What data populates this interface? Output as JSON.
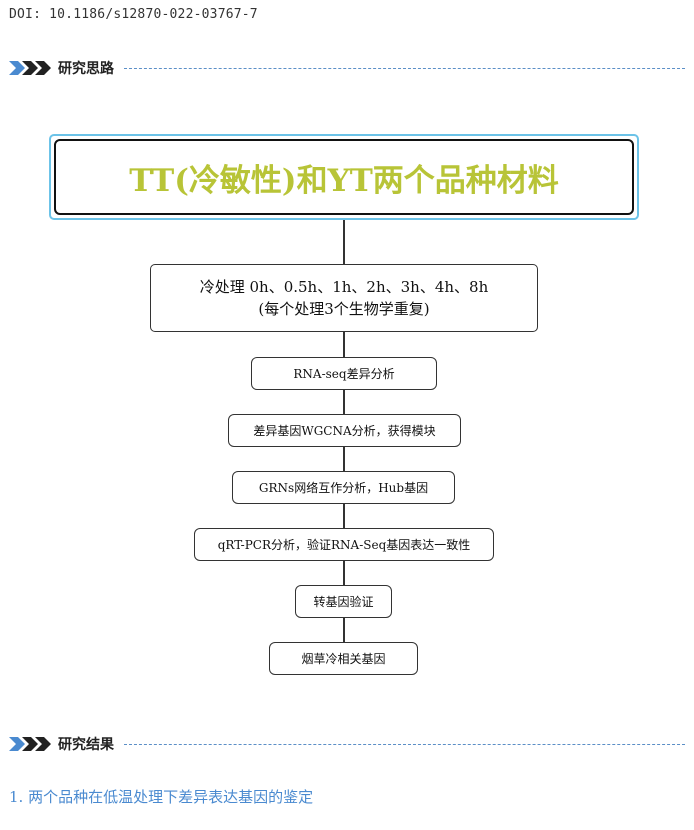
{
  "doi": "DOI: 10.1186/s12870-022-03767-7",
  "sections": {
    "approach": "研究思路",
    "results": "研究结果"
  },
  "flowchart": {
    "title": "TT(冷敏性)和YT两个品种材料",
    "step1_line1": "冷处理  0h、0.5h、1h、2h、3h、4h、8h",
    "step1_line2": "(每个处理3个生物学重复)",
    "steps": [
      "RNA-seq差异分析",
      "差异基因WGCNA分析，获得模块",
      "GRNs网络互作分析，Hub基因",
      "qRT-PCR分析，验证RNA-Seq基因表达一致性",
      "转基因验证",
      "烟草冷相关基因"
    ]
  },
  "result_heading": "1. 两个品种在低温处理下差异表达基因的鉴定",
  "colors": {
    "accent_blue": "#4a8ad0",
    "title_yellow_green": "#b8c437",
    "title_frame": "#6cc3e8"
  }
}
